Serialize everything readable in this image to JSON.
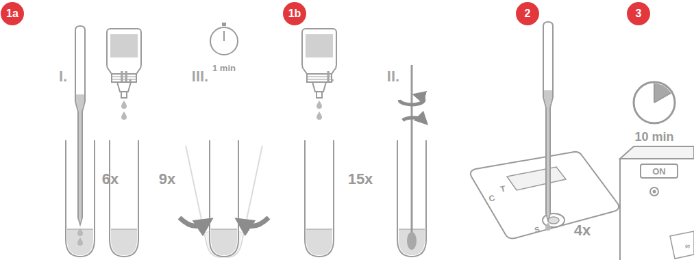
{
  "diagram": {
    "nodes": [
      {
        "text": [
          "1a"
        ]
      },
      {
        "text": [
          "1b"
        ]
      },
      {
        "text": [
          "2"
        ]
      },
      {
        "text": [
          "3"
        ]
      },
      {
        "text": [
          "ON"
        ]
      }
    ],
    "labels": [
      "I.",
      "II.",
      "III.",
      "6x",
      "9x",
      "1 min",
      "I.",
      "II.",
      "15x",
      "C",
      "T",
      "S",
      "4x",
      "10 min",
      "S"
    ]
  }
}
